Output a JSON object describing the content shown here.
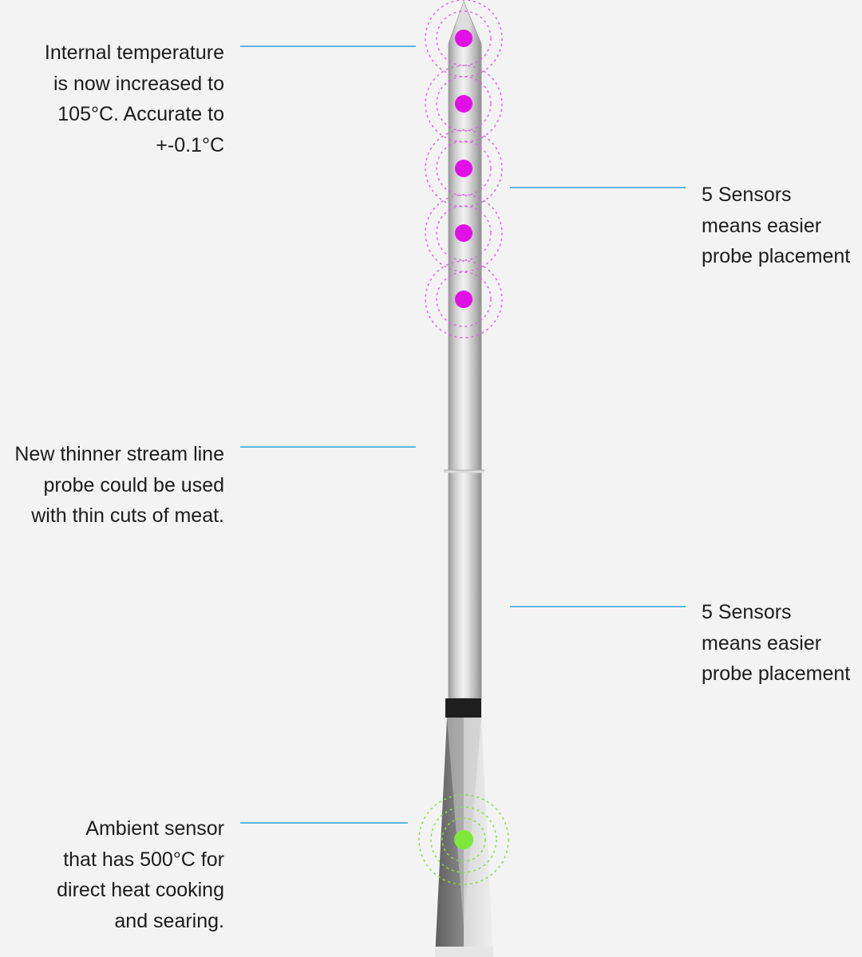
{
  "callouts": {
    "internal_temp": {
      "lines": [
        "Internal temperature",
        "is now increased to",
        "105°C. Accurate to",
        "+-0.1°C"
      ]
    },
    "sensors_upper": {
      "lines": [
        "5 Sensors",
        "means easier",
        "probe placement"
      ]
    },
    "thinner_probe": {
      "lines": [
        "New thinner stream line",
        "probe could be used",
        "with thin cuts of meat."
      ]
    },
    "sensors_lower": {
      "lines": [
        "5 Sensors",
        "means easier",
        "probe placement"
      ]
    },
    "ambient_sensor": {
      "lines": [
        "Ambient sensor",
        "that has 500°C for",
        "direct heat cooking",
        "and searing."
      ]
    }
  },
  "colors": {
    "background": "#f3f3f3",
    "leader_line": "#5fb6de",
    "internal_sensor": "#e010e6",
    "ambient_sensor": "#7ee83a",
    "probe_band": "#1e1e1e"
  },
  "sensors": {
    "internal_count": 5,
    "ambient_count": 1
  }
}
